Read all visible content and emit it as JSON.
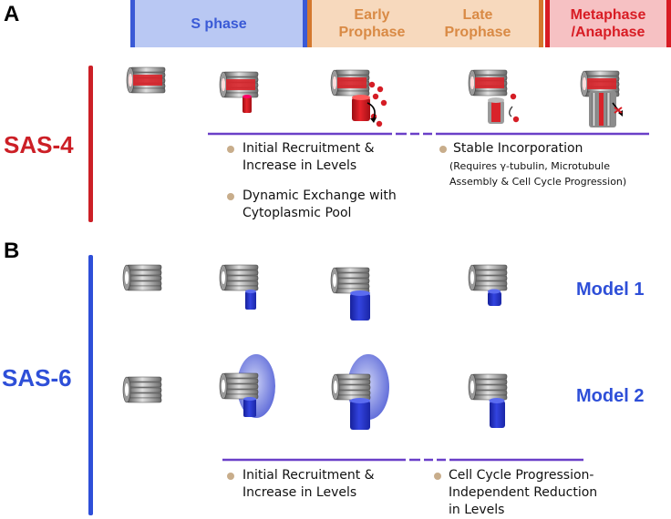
{
  "panels": {
    "a": "A",
    "b": "B"
  },
  "phases": {
    "s_phase": "S phase",
    "early_prophase_1": "Early",
    "early_prophase_2": "Prophase",
    "late_prophase_1": "Late",
    "late_prophase_2": "Prophase",
    "metaphase_1": "Metaphase",
    "metaphase_2": "/Anaphase"
  },
  "sas4": {
    "label": "SAS-4",
    "bullet1_line1": "Initial Recruitment &",
    "bullet1_line2": "Increase in Levels",
    "bullet2_line1": "Dynamic Exchange with",
    "bullet2_line2": "Cytoplasmic Pool",
    "bullet3_line1": "Stable Incorporation",
    "bullet3_sub1": "(Requires γ-tubulin, Microtubule",
    "bullet3_sub2": "Assembly & Cell Cycle Progression)"
  },
  "sas6": {
    "label": "SAS-6",
    "model1": "Model 1",
    "model2": "Model 2",
    "bullet1_line1": "Initial Recruitment &",
    "bullet1_line2": "Increase in Levels",
    "bullet2_line1": "Cell Cycle Progression-",
    "bullet2_line2": "Independent Reduction",
    "bullet2_line3": "in Levels"
  },
  "colors": {
    "s_phase_fill": "#b9c8f3",
    "s_phase_border": "#3a5ad6",
    "prophase_fill": "#f7d9bd",
    "prophase_border": "#d4782e",
    "prophase_text": "#d98a45",
    "metaphase_fill": "#f6c1c3",
    "metaphase_border": "#d81c24",
    "metaphase_text": "#d81c24",
    "sas4": "#cc1f26",
    "sas6": "#2e4fd8",
    "timeline": "#6a3fc8",
    "bullet": "#c8ad8b"
  }
}
